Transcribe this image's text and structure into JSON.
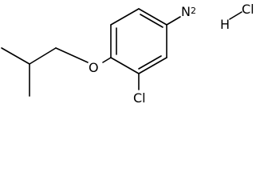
{
  "molecule": {
    "atoms": {
      "amine_n": "N",
      "amine_h_count": "2",
      "ether_o": "O",
      "ring_cl": "Cl",
      "salt_h": "H",
      "salt_cl": "Cl"
    }
  }
}
